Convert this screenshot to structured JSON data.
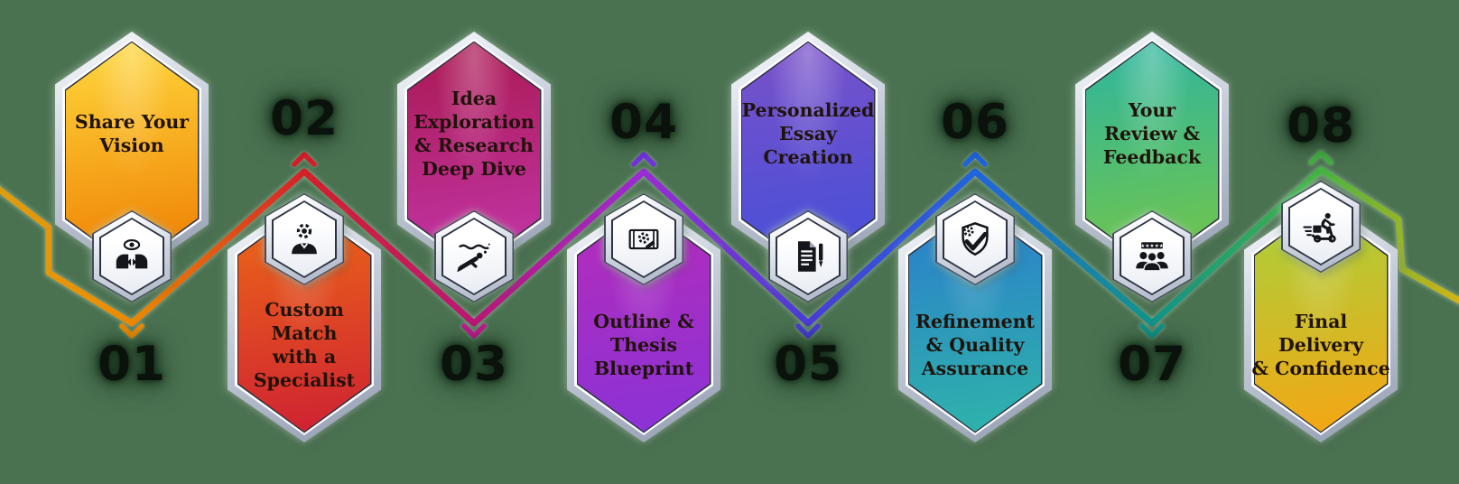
{
  "background_color": "#4a7251",
  "steps": [
    {
      "number": "01",
      "title": "Share Your\nVision",
      "icon": "vision-icon",
      "position": "top",
      "c1": "#ffd93c",
      "c2": "#ee7b00",
      "accent": "#ef8c00"
    },
    {
      "number": "02",
      "title": "Custom\nMatch\nwith a\nSpecialist",
      "icon": "specialist-icon",
      "position": "bottom",
      "c1": "#ed6a16",
      "c2": "#ce2033",
      "accent": "#d42028"
    },
    {
      "number": "03",
      "title": "Idea\nExploration\n& Research\nDeep Dive",
      "icon": "deep-dive-icon",
      "position": "top",
      "c1": "#aa1950",
      "c2": "#c336ac",
      "accent": "#c01d92"
    },
    {
      "number": "04",
      "title": "Outline &\nThesis\nBlueprint",
      "icon": "blueprint-icon",
      "position": "bottom",
      "c1": "#b52cb8",
      "c2": "#8a32d8",
      "accent": "#7434de"
    },
    {
      "number": "05",
      "title": "Personalized\nEssay\nCreation",
      "icon": "essay-icon",
      "position": "top",
      "c1": "#7b51c8",
      "c2": "#4350da",
      "accent": "#4a3fd6"
    },
    {
      "number": "06",
      "title": "Refinement\n& Quality\nAssurance",
      "icon": "quality-shield-icon",
      "position": "bottom",
      "c1": "#2a7ccd",
      "c2": "#2fb4a9",
      "accent": "#2164dd"
    },
    {
      "number": "07",
      "title": "Your\nReview &\nFeedback",
      "icon": "review-icon",
      "position": "top",
      "c1": "#2db5a0",
      "c2": "#75c646",
      "accent": "#11968c"
    },
    {
      "number": "08",
      "title": "Final\nDelivery\n& Confidence",
      "icon": "delivery-icon",
      "position": "bottom",
      "c1": "#a6d23c",
      "c2": "#f7a513",
      "accent": "#43b440"
    }
  ],
  "line": {
    "stops": [
      {
        "offset": "0",
        "color": "#dd9d10"
      },
      {
        "offset": "0.09",
        "color": "#ef8c00"
      },
      {
        "offset": "0.209",
        "color": "#d42028"
      },
      {
        "offset": "0.325",
        "color": "#bd1778"
      },
      {
        "offset": "0.441",
        "color": "#9a2bd4"
      },
      {
        "offset": "0.554",
        "color": "#4a3fd6"
      },
      {
        "offset": "0.668",
        "color": "#2164dd"
      },
      {
        "offset": "0.79",
        "color": "#11968c"
      },
      {
        "offset": "0.905",
        "color": "#43b440"
      },
      {
        "offset": "1",
        "color": "#d3b414"
      }
    ]
  }
}
